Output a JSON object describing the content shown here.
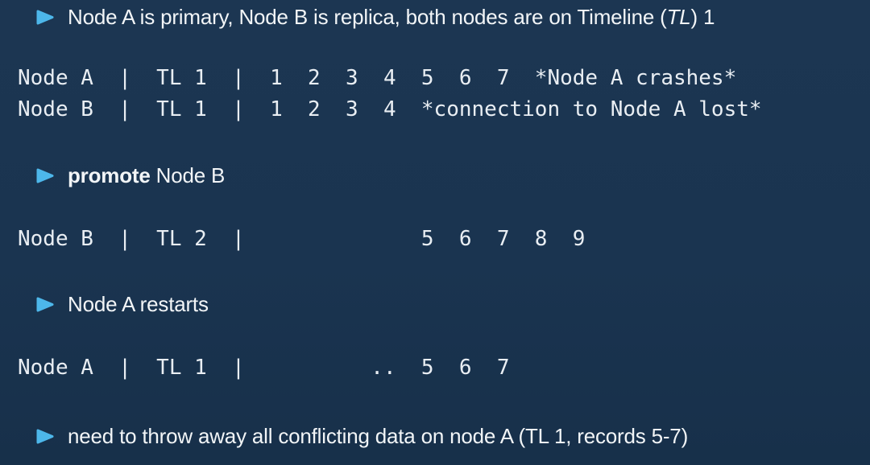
{
  "theme": {
    "background_top": "#1c3652",
    "background_mid": "#1a3450",
    "background_bottom": "#17304a",
    "accent": "#4db7ea",
    "text_color": "#f2f5f7",
    "mono_color": "#e9eef3"
  },
  "slide": {
    "bullets": [
      {
        "prefix": "Node A is primary, Node B is replica, both nodes are on Timeline (",
        "italic": "TL",
        "suffix": ") 1"
      },
      {
        "bold": "promote",
        "rest": " Node B"
      },
      {
        "text": "Node A restarts"
      },
      {
        "text": "need to throw away all conflicting data on node A (TL 1, records 5-7)"
      }
    ],
    "mono_lines": [
      "Node A  |  TL 1  |  1  2  3  4  5  6  7  *Node A crashes*",
      "Node B  |  TL 1  |  1  2  3  4  *connection to Node A lost*",
      "Node B  |  TL 2  |              5  6  7  8  9",
      "Node A  |  TL 1  |          ..  5  6  7"
    ]
  }
}
